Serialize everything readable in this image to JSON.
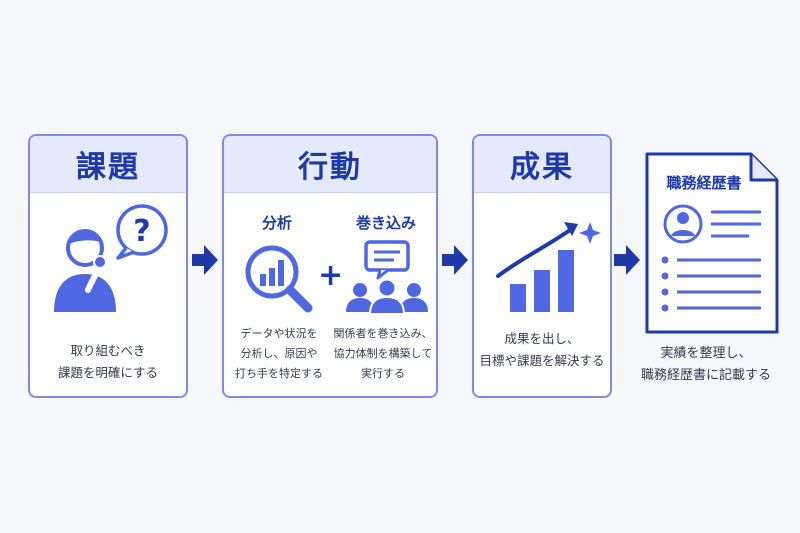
{
  "colors": {
    "accent": "#1f3aa8",
    "icon_blue": "#4f67e0",
    "card_border": "#7b8be8",
    "header_bg": "#e4e9fb",
    "text": "#333a4d",
    "background": "#f6f7fa"
  },
  "steps": [
    {
      "title": "課題",
      "icon": "person-question-icon",
      "desc": [
        "取り組むべき",
        "課題を明確にする"
      ]
    },
    {
      "title": "行動",
      "sub": [
        {
          "label": "分析",
          "icon": "magnifier-chart-icon",
          "desc": [
            "データや状況を",
            "分析し、原因や",
            "打ち手を特定する"
          ]
        },
        {
          "label": "巻き込み",
          "icon": "team-chat-icon",
          "desc": [
            "関係者を巻き込み、",
            "協力体制を構築して",
            "実行する"
          ]
        }
      ],
      "connector": "+"
    },
    {
      "title": "成果",
      "icon": "growth-chart-icon",
      "desc": [
        "成果を出し、",
        "目標や課題を解決する"
      ]
    }
  ],
  "document": {
    "title": "職務経歴書",
    "icon": "resume-document-icon",
    "desc": [
      "実績を整理し、",
      "職務経歴書に記載する"
    ]
  }
}
